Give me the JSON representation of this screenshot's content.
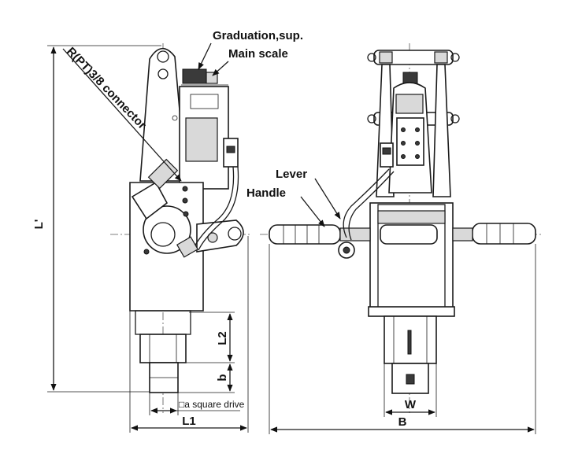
{
  "callouts": {
    "graduation_sup": "Graduation,sup.",
    "main_scale": "Main scale",
    "connector": "R(PT)3/8 connector",
    "lever": "Lever",
    "handle": "Handle"
  },
  "dimensions": {
    "l_prime": "L'",
    "l1": "L1",
    "l2": "L2",
    "b_small": "b",
    "square_drive": "□a square drive",
    "w": "W",
    "b_total": "B"
  }
}
